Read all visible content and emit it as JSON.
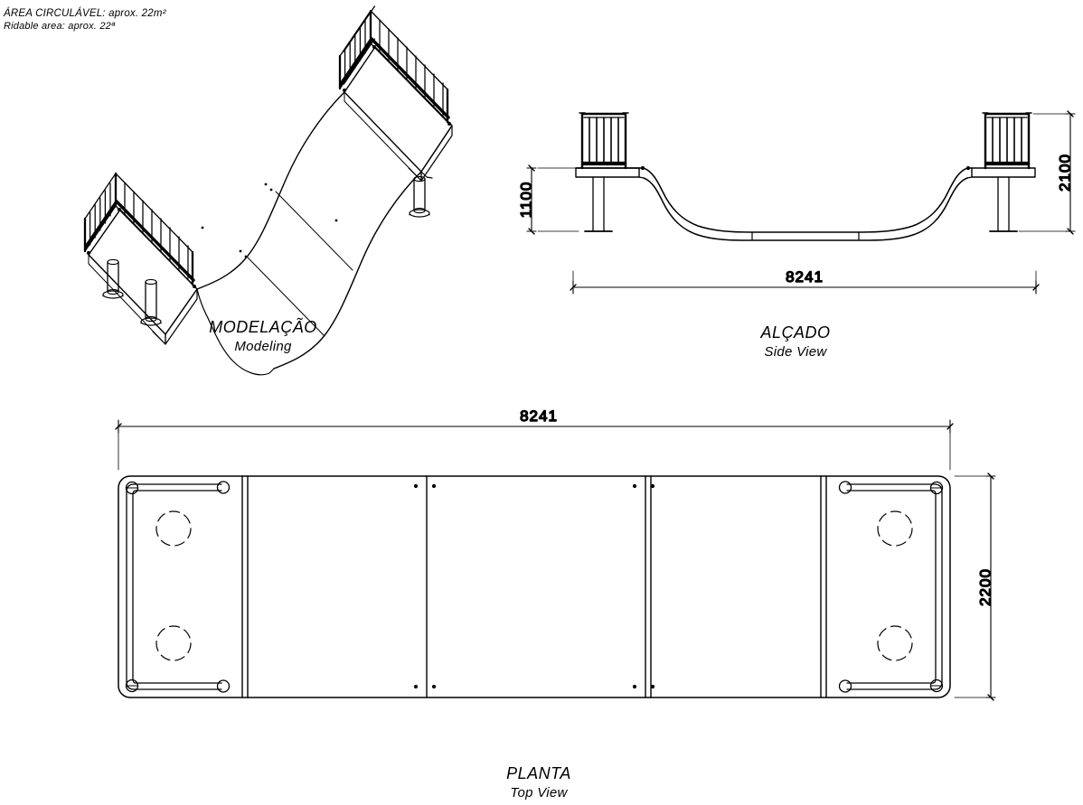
{
  "drawing": {
    "background_color": "#ffffff",
    "line_color": "#000000",
    "note": {
      "line1": "ÁREA CIRCULÁVEL:  aprox. 22m²",
      "line2": "Ridable area: aprox. 22ª"
    },
    "views": [
      {
        "id": "modeling",
        "label_pt": "MODELAÇÃO",
        "label_en": "Modeling"
      },
      {
        "id": "side-view",
        "label_pt": "ALÇADO",
        "label_en": "Side View"
      },
      {
        "id": "top-view",
        "label_pt": "PLANTA",
        "label_en": "Top View"
      }
    ],
    "dimensions": {
      "side_view_height_left": "1100",
      "side_view_height_right": "2100",
      "side_view_length": "8241",
      "top_view_length": "8241",
      "top_view_width": "2200"
    }
  }
}
